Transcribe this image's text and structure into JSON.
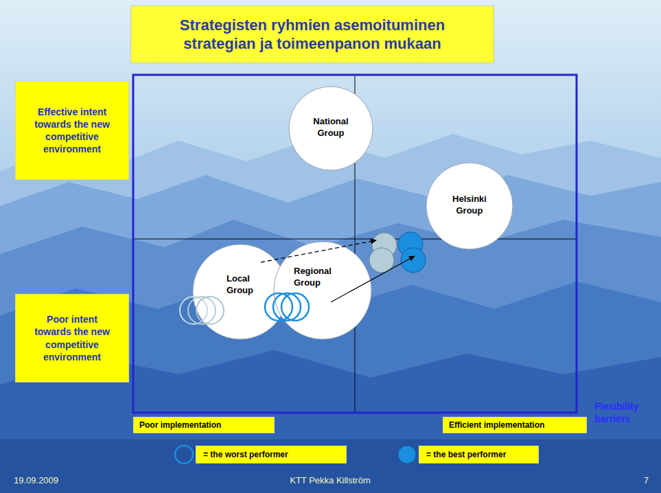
{
  "diagram": {
    "title": "Strategisten ryhmien asemoituminen strategian ja toimeenpanon mukaan",
    "nodes": [
      {
        "text": [
          "Effective intent towards the new competitive environment"
        ]
      },
      {
        "text": [
          "National Group"
        ]
      },
      {
        "text": [
          "Helsinki Group"
        ]
      },
      {
        "text": [
          "Local Group"
        ]
      },
      {
        "text": [
          "Regional Group"
        ]
      },
      {
        "text": [
          "Poor intent towards the new competitive environment"
        ]
      },
      {
        "text": [
          "Poor implementation"
        ]
      },
      {
        "text": [
          "Efficient implementation"
        ]
      }
    ],
    "labels": [
      "Flexibility barriers",
      "19.09.2009",
      "KTT Pekka Killström",
      "7"
    ],
    "legend": [
      {
        "text": "= the worst performer"
      },
      {
        "text": "= the best performer"
      }
    ]
  }
}
